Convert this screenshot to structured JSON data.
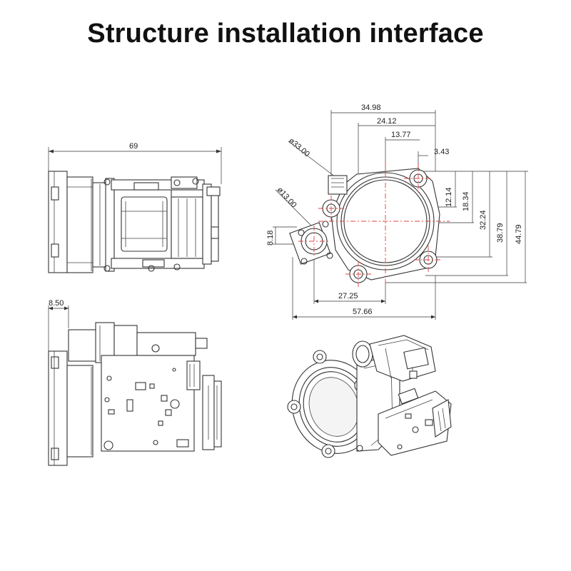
{
  "title": "Structure installation interface",
  "dimensions": {
    "side_width": "69",
    "back_offset": "8.50",
    "front": {
      "d1": "34.98",
      "d2": "24.12",
      "d3": "13.77",
      "d4": "3.43",
      "dia_main": "ø33.00",
      "dia_small": "ø13.00",
      "h_small": "8.18",
      "v1": "12.14",
      "v2": "18.34",
      "v3": "32.24",
      "v4": "38.79",
      "v5": "44.79",
      "w_bottom1": "27.25",
      "w_bottom2": "57.66"
    }
  },
  "icons": {
    "side_view": "side-view-drawing",
    "front_view": "front-view-drawing",
    "back_view": "back-view-drawing",
    "iso_view": "isometric-view-drawing"
  }
}
